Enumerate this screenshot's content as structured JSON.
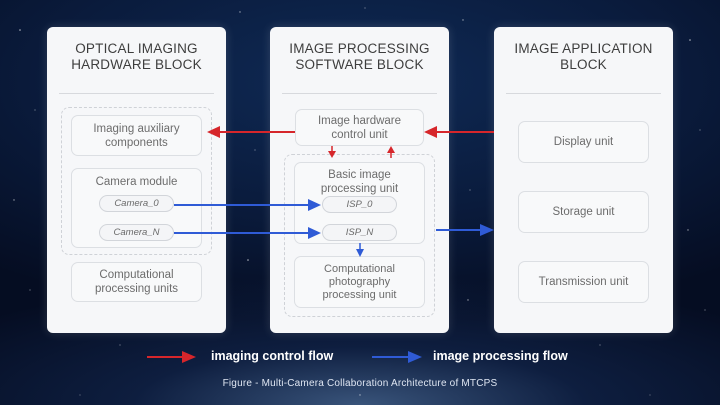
{
  "blocks": {
    "hardware": {
      "title": "OPTICAL IMAGING\nHARDWARE BLOCK",
      "imaging_aux": "Imaging auxiliary\ncomponents",
      "camera_module": "Camera module",
      "camera_0": "Camera_0",
      "camera_n": "Camera_N",
      "computational": "Computational\nprocessing units"
    },
    "software": {
      "title": "IMAGE PROCESSING\nSOFTWARE BLOCK",
      "hw_control": "Image hardware\ncontrol unit",
      "basic_processing": "Basic image\nprocessing unit",
      "isp_0": "ISP_0",
      "isp_n": "ISP_N",
      "comp_photo": "Computational\nphotography\nprocessing unit"
    },
    "application": {
      "title": "IMAGE APPLICATION\nBLOCK",
      "display": "Display unit",
      "storage": "Storage unit",
      "transmission": "Transmission unit"
    }
  },
  "legend": {
    "control_flow": "imaging control flow",
    "processing_flow": "image processing flow"
  },
  "caption": "Figure - Multi-Camera Collaboration Architecture of MTCPS",
  "colors": {
    "control_flow": "#d6262b",
    "processing_flow": "#2f5bd6"
  }
}
